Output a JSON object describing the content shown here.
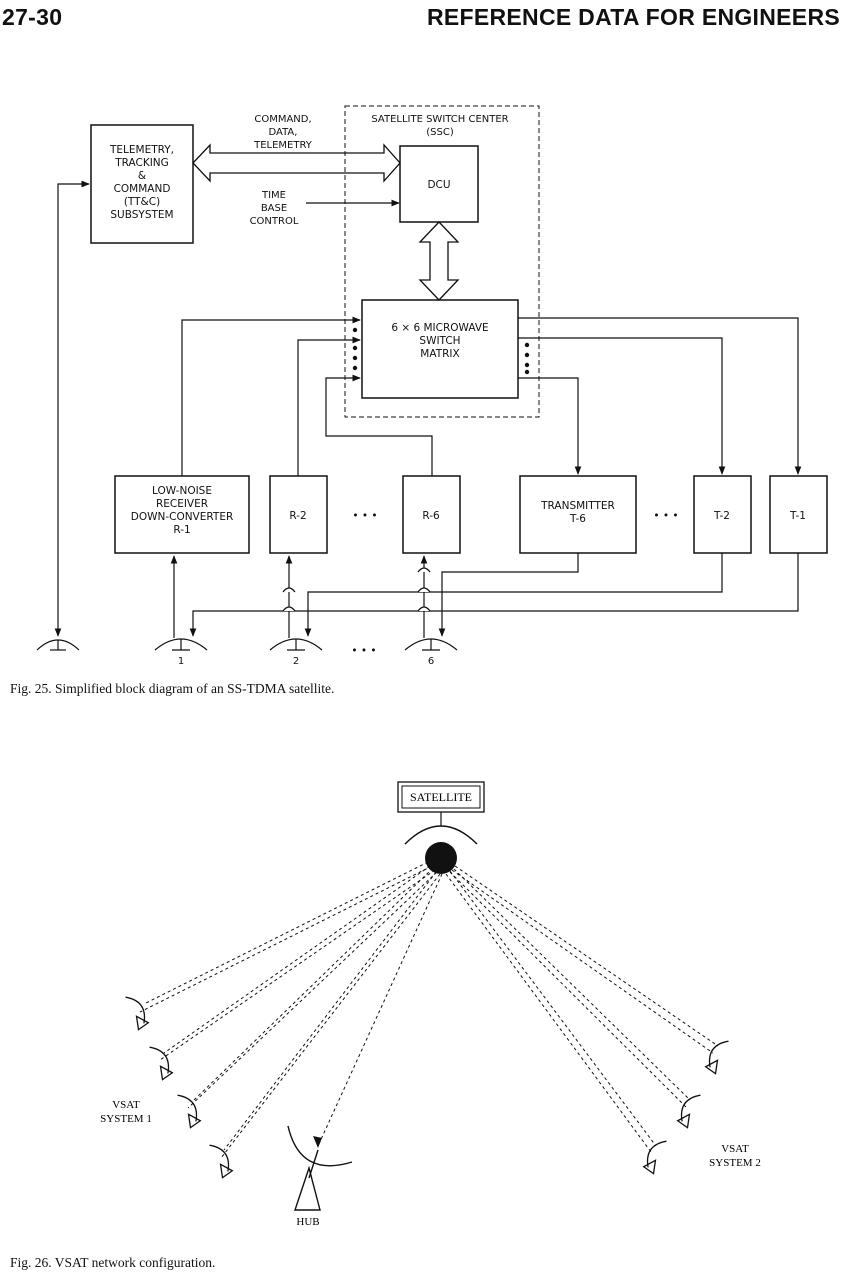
{
  "header": {
    "page_number": "27-30",
    "title": "REFERENCE DATA FOR ENGINEERS"
  },
  "fig25": {
    "ttc_lines": [
      "TELEMETRY,",
      "TRACKING",
      "&",
      "COMMAND",
      "(TT&C)",
      "SUBSYSTEM"
    ],
    "command_lines": [
      "COMMAND,",
      "DATA,",
      "TELEMETRY"
    ],
    "time_lines": [
      "TIME",
      "BASE",
      "CONTROL"
    ],
    "ssc_lines": [
      "SATELLITE SWITCH CENTER",
      "(SSC)"
    ],
    "dcu_label": "DCU",
    "matrix_lines": [
      "6 × 6 MICROWAVE",
      "SWITCH",
      "MATRIX"
    ],
    "receiver_lines": [
      "LOW-NOISE",
      "RECEIVER",
      "DOWN-CONVERTER",
      "R-1"
    ],
    "r2_label": "R-2",
    "r6_label": "R-6",
    "transmitter_lines": [
      "TRANSMITTER",
      "T-6"
    ],
    "t2_label": "T-2",
    "t1_label": "T-1",
    "ellipsis": "• • •",
    "antenna_labels": [
      "1",
      "2",
      "6"
    ],
    "caption": "Fig. 25. Simplified block diagram of an SS-TDMA satellite."
  },
  "fig26": {
    "satellite_label": "SATELLITE",
    "vsat1_lines": [
      "VSAT",
      "SYSTEM 1"
    ],
    "vsat2_lines": [
      "VSAT",
      "SYSTEM 2"
    ],
    "hub_label": "HUB",
    "caption": "Fig. 26. VSAT network configuration."
  }
}
